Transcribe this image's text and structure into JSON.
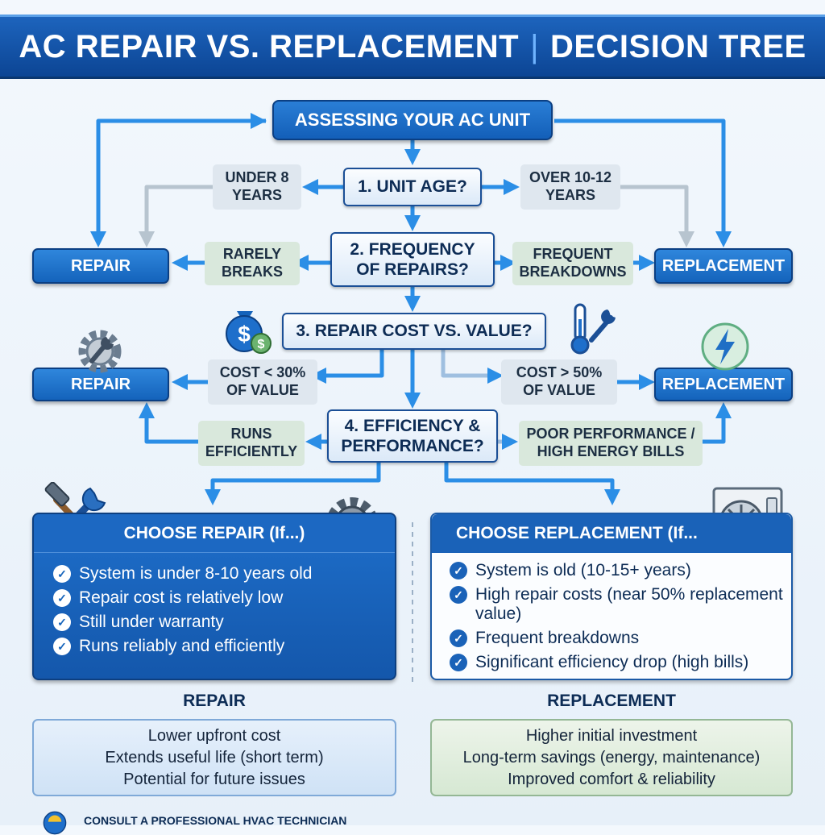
{
  "header": {
    "title_left": "AC REPAIR VS. REPLACEMENT",
    "separator": "|",
    "title_right": "DECISION TREE"
  },
  "start": "ASSESSING YOUR AC UNIT",
  "questions": {
    "q1": "1. UNIT AGE?",
    "q2": "2. FREQUENCY OF REPAIRS?",
    "q3": "3. REPAIR COST VS. VALUE?",
    "q4": "4. EFFICIENCY & PERFORMANCE?"
  },
  "labels": {
    "under8": "UNDER 8 YEARS",
    "over10": "OVER 10-12 YEARS",
    "rarely": "RARELY BREAKS",
    "frequent": "FREQUENT BREAKDOWNS",
    "cost_low": "COST < 30% OF VALUE",
    "cost_high": "COST > 50% OF VALUE",
    "runs": "RUNS EFFICIENTLY",
    "poor": "POOR PERFORMANCE / HIGH ENERGY BILLS"
  },
  "results": {
    "repair": "REPAIR",
    "replacement": "REPLACEMENT"
  },
  "panels": {
    "repair": {
      "title": "CHOOSE REPAIR (If...)",
      "items": [
        "System is under 8-10 years old",
        "Repair cost is relatively low",
        "Still under warranty",
        "Runs reliably and efficiently"
      ]
    },
    "replacement": {
      "title": "CHOOSE REPLACEMENT (If...",
      "items": [
        "System is old (10-15+ years)",
        "High repair costs (near 50% replacement value)",
        "Frequent breakdowns",
        "Significant efficiency drop (high bills)"
      ]
    }
  },
  "summary": {
    "repair": {
      "heading": "REPAIR",
      "lines": [
        "Lower upfront cost",
        "Extends useful life (short term)",
        "Potential for future issues"
      ]
    },
    "replacement": {
      "heading": "REPLACEMENT",
      "lines": [
        "Higher initial investment",
        "Long-term savings (energy, maintenance)",
        "Improved comfort & reliability"
      ]
    }
  },
  "footer": {
    "consult": "CONSULT A PROFESSIONAL HVAC TECHNICIAN"
  },
  "icons": [
    "money-bag-icon",
    "thermometer-wrench-icon",
    "gear-wrench-icon",
    "lightning-icon",
    "wrench-hammer-icon",
    "gear-icon",
    "ac-unit-icon",
    "technician-icon",
    "checkmark-icon"
  ],
  "colors": {
    "primary_blue": "#1463bb",
    "dark_navy": "#0d2c55",
    "arrow_blue": "#2b8ee6",
    "arrow_gray": "#b7c4cf",
    "label_gray": "#dfe7ef",
    "label_green": "#d9e8dc"
  }
}
